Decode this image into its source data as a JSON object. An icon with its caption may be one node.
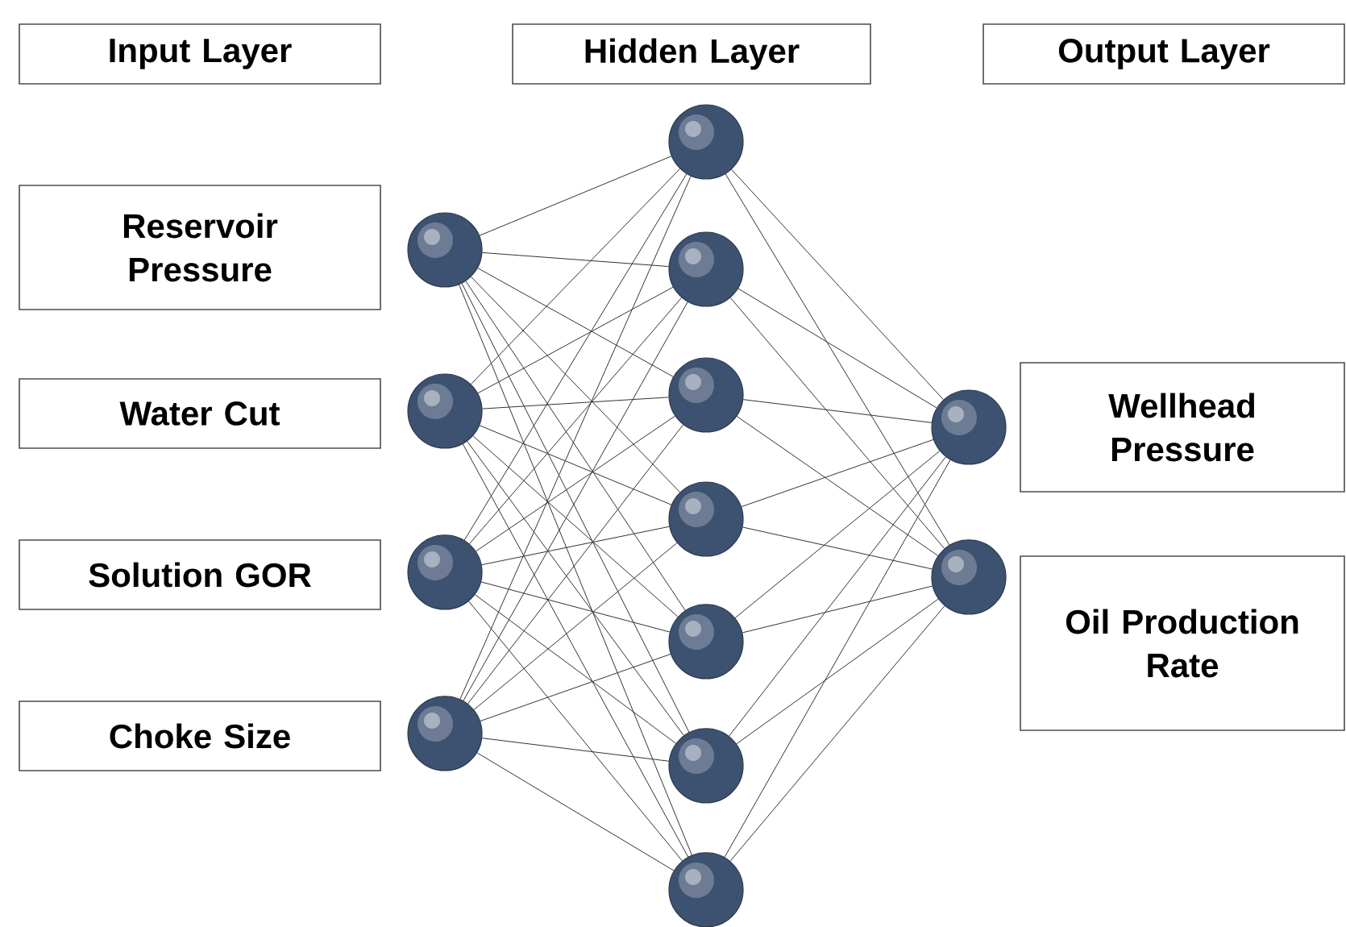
{
  "diagram": {
    "nodes": [
      {
        "text": [
          "Input Layer"
        ]
      },
      {
        "text": [
          "Hidden Layer"
        ]
      },
      {
        "text": [
          "Output Layer"
        ]
      },
      {
        "text": [
          "Reservoir Pressure"
        ]
      },
      {
        "text": [
          "Water Cut"
        ]
      },
      {
        "text": [
          "Solution GOR"
        ]
      },
      {
        "text": [
          "Choke Size"
        ]
      },
      {
        "text": [],
        "shape": "circle"
      },
      {
        "text": [],
        "shape": "circle"
      },
      {
        "text": [],
        "shape": "circle"
      },
      {
        "text": [],
        "shape": "circle"
      },
      {
        "text": [],
        "shape": "circle"
      },
      {
        "text": [],
        "shape": "circle"
      },
      {
        "text": [],
        "shape": "circle"
      },
      {
        "text": [],
        "shape": "circle"
      },
      {
        "text": [],
        "shape": "circle"
      },
      {
        "text": [],
        "shape": "circle"
      },
      {
        "text": [],
        "shape": "circle"
      },
      {
        "text": [],
        "shape": "circle"
      },
      {
        "text": [],
        "shape": "circle"
      },
      {
        "text": [
          "Wellhead Pressure"
        ]
      },
      {
        "text": [
          "Oil Production Rate"
        ]
      }
    ],
    "edges": [
      {
        "from": 7,
        "to": 11,
        "arrow": "none"
      },
      {
        "from": 7,
        "to": 12,
        "arrow": "none"
      },
      {
        "from": 7,
        "to": 13,
        "arrow": "none"
      },
      {
        "from": 7,
        "to": 14,
        "arrow": "none"
      },
      {
        "from": 7,
        "to": 15,
        "arrow": "none"
      },
      {
        "from": 7,
        "to": 16,
        "arrow": "none"
      },
      {
        "from": 7,
        "to": 17,
        "arrow": "none"
      },
      {
        "from": 8,
        "to": 11,
        "arrow": "none"
      },
      {
        "from": 8,
        "to": 12,
        "arrow": "none"
      },
      {
        "from": 8,
        "to": 13,
        "arrow": "none"
      },
      {
        "from": 8,
        "to": 14,
        "arrow": "none"
      },
      {
        "from": 8,
        "to": 15,
        "arrow": "none"
      },
      {
        "from": 8,
        "to": 16,
        "arrow": "none"
      },
      {
        "from": 8,
        "to": 17,
        "arrow": "none"
      },
      {
        "from": 9,
        "to": 11,
        "arrow": "none"
      },
      {
        "from": 9,
        "to": 12,
        "arrow": "none"
      },
      {
        "from": 9,
        "to": 13,
        "arrow": "none"
      },
      {
        "from": 9,
        "to": 14,
        "arrow": "none"
      },
      {
        "from": 9,
        "to": 15,
        "arrow": "none"
      },
      {
        "from": 9,
        "to": 16,
        "arrow": "none"
      },
      {
        "from": 9,
        "to": 17,
        "arrow": "none"
      },
      {
        "from": 10,
        "to": 11,
        "arrow": "none"
      },
      {
        "from": 10,
        "to": 12,
        "arrow": "none"
      },
      {
        "from": 10,
        "to": 13,
        "arrow": "none"
      },
      {
        "from": 10,
        "to": 14,
        "arrow": "none"
      },
      {
        "from": 10,
        "to": 15,
        "arrow": "none"
      },
      {
        "from": 10,
        "to": 16,
        "arrow": "none"
      },
      {
        "from": 10,
        "to": 17,
        "arrow": "none"
      },
      {
        "from": 11,
        "to": 18,
        "arrow": "none"
      },
      {
        "from": 11,
        "to": 19,
        "arrow": "none"
      },
      {
        "from": 12,
        "to": 18,
        "arrow": "none"
      },
      {
        "from": 12,
        "to": 19,
        "arrow": "none"
      },
      {
        "from": 13,
        "to": 18,
        "arrow": "none"
      },
      {
        "from": 13,
        "to": 19,
        "arrow": "none"
      },
      {
        "from": 14,
        "to": 18,
        "arrow": "none"
      },
      {
        "from": 14,
        "to": 19,
        "arrow": "none"
      },
      {
        "from": 15,
        "to": 18,
        "arrow": "none"
      },
      {
        "from": 15,
        "to": 19,
        "arrow": "none"
      },
      {
        "from": 16,
        "to": 18,
        "arrow": "none"
      },
      {
        "from": 16,
        "to": 19,
        "arrow": "none"
      },
      {
        "from": 17,
        "to": 18,
        "arrow": "none"
      },
      {
        "from": 17,
        "to": 19,
        "arrow": "none"
      }
    ]
  }
}
